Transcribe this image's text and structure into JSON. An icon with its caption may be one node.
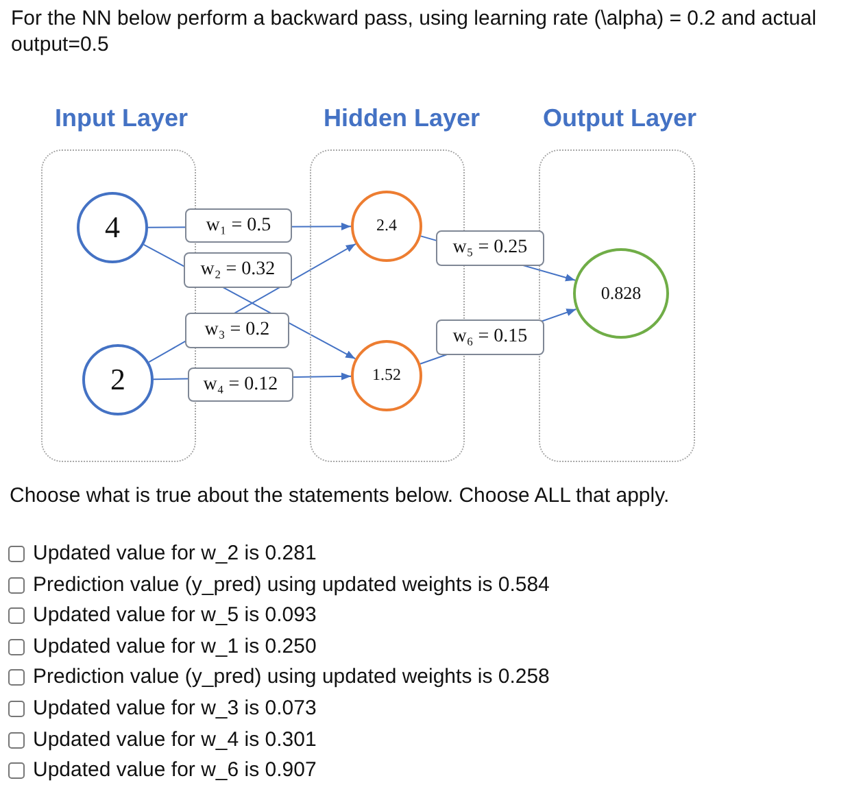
{
  "diagram": {
    "title": "For the NN below perform a backward pass, using learning rate (\\alpha) = 0.2 and actual output=0.5",
    "nodes": [
      {
        "text": [
          "Input Layer"
        ]
      },
      {
        "text": [
          "4"
        ],
        "in": 0
      },
      {
        "text": [
          "2"
        ],
        "in": 0
      },
      {
        "text": [
          "Hidden Layer"
        ]
      },
      {
        "text": [
          "2.4"
        ],
        "in": 3
      },
      {
        "text": [
          "1.52"
        ],
        "in": 3
      },
      {
        "text": [
          "Output Layer"
        ]
      },
      {
        "text": [
          "0.828"
        ],
        "in": 6
      }
    ],
    "edges": [
      {
        "from": 1,
        "to": 4,
        "arrow": "to",
        "label": "w₁ = 0.5"
      },
      {
        "from": 1,
        "to": 5,
        "arrow": "to",
        "label": "w₂ = 0.32"
      },
      {
        "from": 2,
        "to": 4,
        "arrow": "to",
        "label": "w₃ = 0.2"
      },
      {
        "from": 2,
        "to": 5,
        "arrow": "to",
        "label": "w₄ = 0.12"
      },
      {
        "from": 4,
        "to": 7,
        "arrow": "to",
        "label": "w₅ = 0.25"
      },
      {
        "from": 5,
        "to": 7,
        "arrow": "to",
        "label": "w₆ = 0.15"
      }
    ],
    "labels": [
      "Choose what is true about the statements below. Choose ALL that apply.",
      "Updated value for w_2 is 0.281",
      "Prediction value (y_pred) using updated weights is 0.584",
      "Updated value for w_5 is 0.093",
      "Updated value for w_1 is 0.250",
      "Prediction value (y_pred) using updated weights is 0.258",
      "Updated value for w_3 is 0.073",
      "Updated value for w_4 is 0.301",
      "Updated value for w_6 is 0.907"
    ]
  }
}
